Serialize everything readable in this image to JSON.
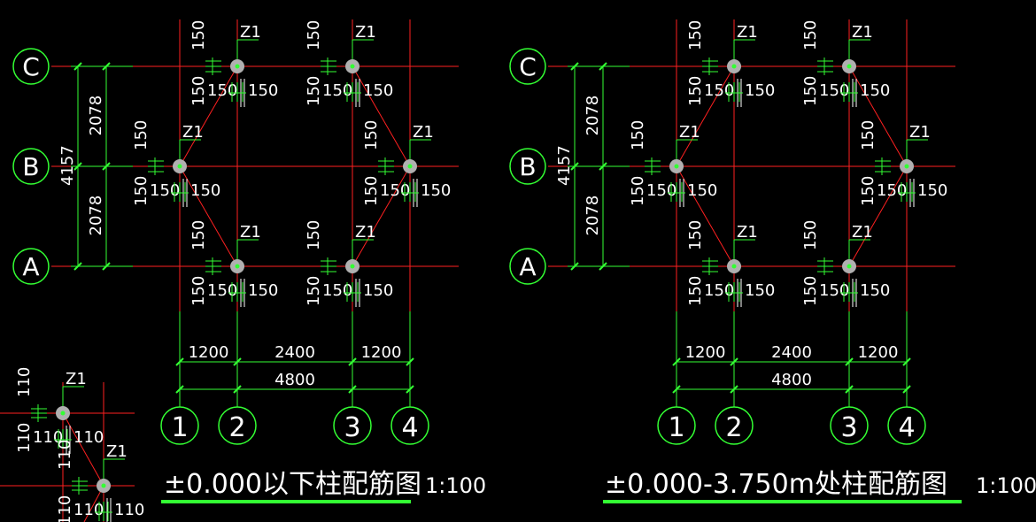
{
  "canvas": {
    "background": "#000000"
  },
  "colors": {
    "axis_line": "#ff2020",
    "dimension": "#33ff33",
    "text": "#ffffff",
    "column_fill": "#b0b0b0",
    "column_center": "#33ff33",
    "title_underline": "#33ff33"
  },
  "labels": {
    "column": "Z1",
    "spacing": "150",
    "spacing_small": "110",
    "spacing_joined": "150150",
    "spacing_joined_small": "110110"
  },
  "left_plan": {
    "title": "±0.000以下柱配筋图",
    "scale": "1:100",
    "axis_rows": [
      "C",
      "B",
      "A"
    ],
    "axis_cols": [
      "1",
      "2",
      "3",
      "4"
    ],
    "row_dims": [
      "2078",
      "2078"
    ],
    "row_total": "4157",
    "col_dims": [
      "1200",
      "2400",
      "1200"
    ],
    "col_total": "4800"
  },
  "right_plan": {
    "title": "±0.000-3.750m处柱配筋图",
    "scale": "1:100",
    "axis_rows": [
      "C",
      "B",
      "A"
    ],
    "axis_cols": [
      "1",
      "2",
      "3",
      "4"
    ],
    "row_dims": [
      "2078",
      "2078"
    ],
    "row_total": "4157",
    "col_dims": [
      "1200",
      "2400",
      "1200"
    ],
    "col_total": "4800"
  }
}
